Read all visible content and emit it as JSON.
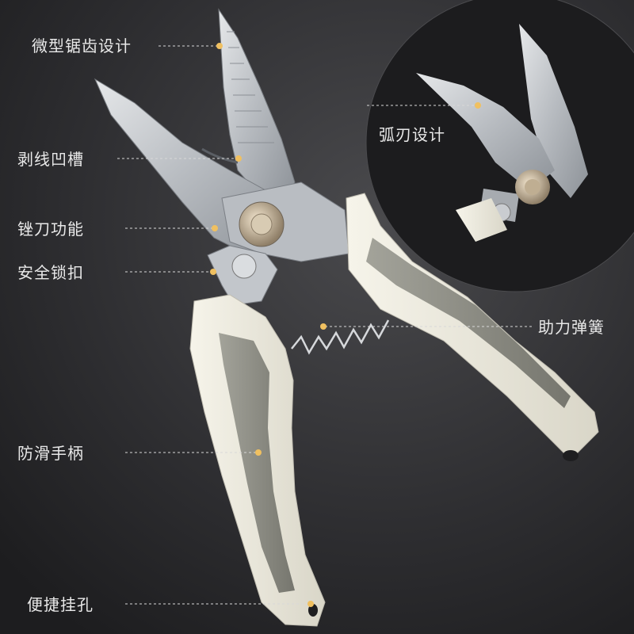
{
  "labels": {
    "serrated": "微型锯齿设计",
    "strip_groove": "剥线凹槽",
    "file": "锉刀功能",
    "safety_lock": "安全锁扣",
    "curved_blade": "弧刃设计",
    "spring": "助力弹簧",
    "grip": "防滑手柄",
    "hang_hole": "便捷挂孔"
  },
  "colors": {
    "background": "#2c2c2e",
    "handle": "#ece9de",
    "grip_insert": "#8c8c82",
    "blade": "#c9ccd0",
    "accent_dot": "#f0c060"
  }
}
